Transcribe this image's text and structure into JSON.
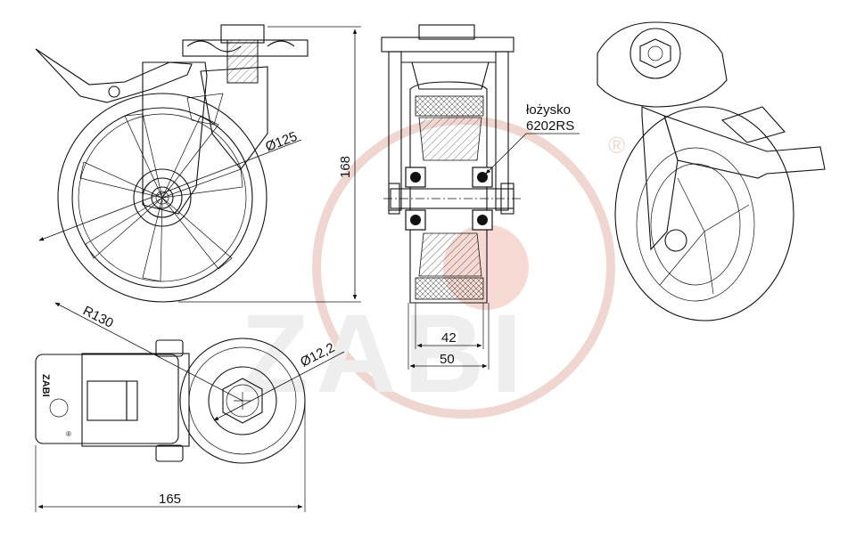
{
  "watermark": {
    "text": "ZABI",
    "registered": "®",
    "color": "#f3c9c0"
  },
  "side_view": {
    "diameter_label": "Ø125",
    "height_label": "168"
  },
  "front_view": {
    "bearing_label": "łożysko",
    "bearing_model": "6202RS",
    "width_inner_label": "42",
    "width_outer_label": "50"
  },
  "top_view": {
    "radius_label": "R130",
    "bolt_hole_label": "Ø12,2",
    "length_label": "165",
    "logo_text": "ZABI",
    "logo_mark": "®"
  }
}
